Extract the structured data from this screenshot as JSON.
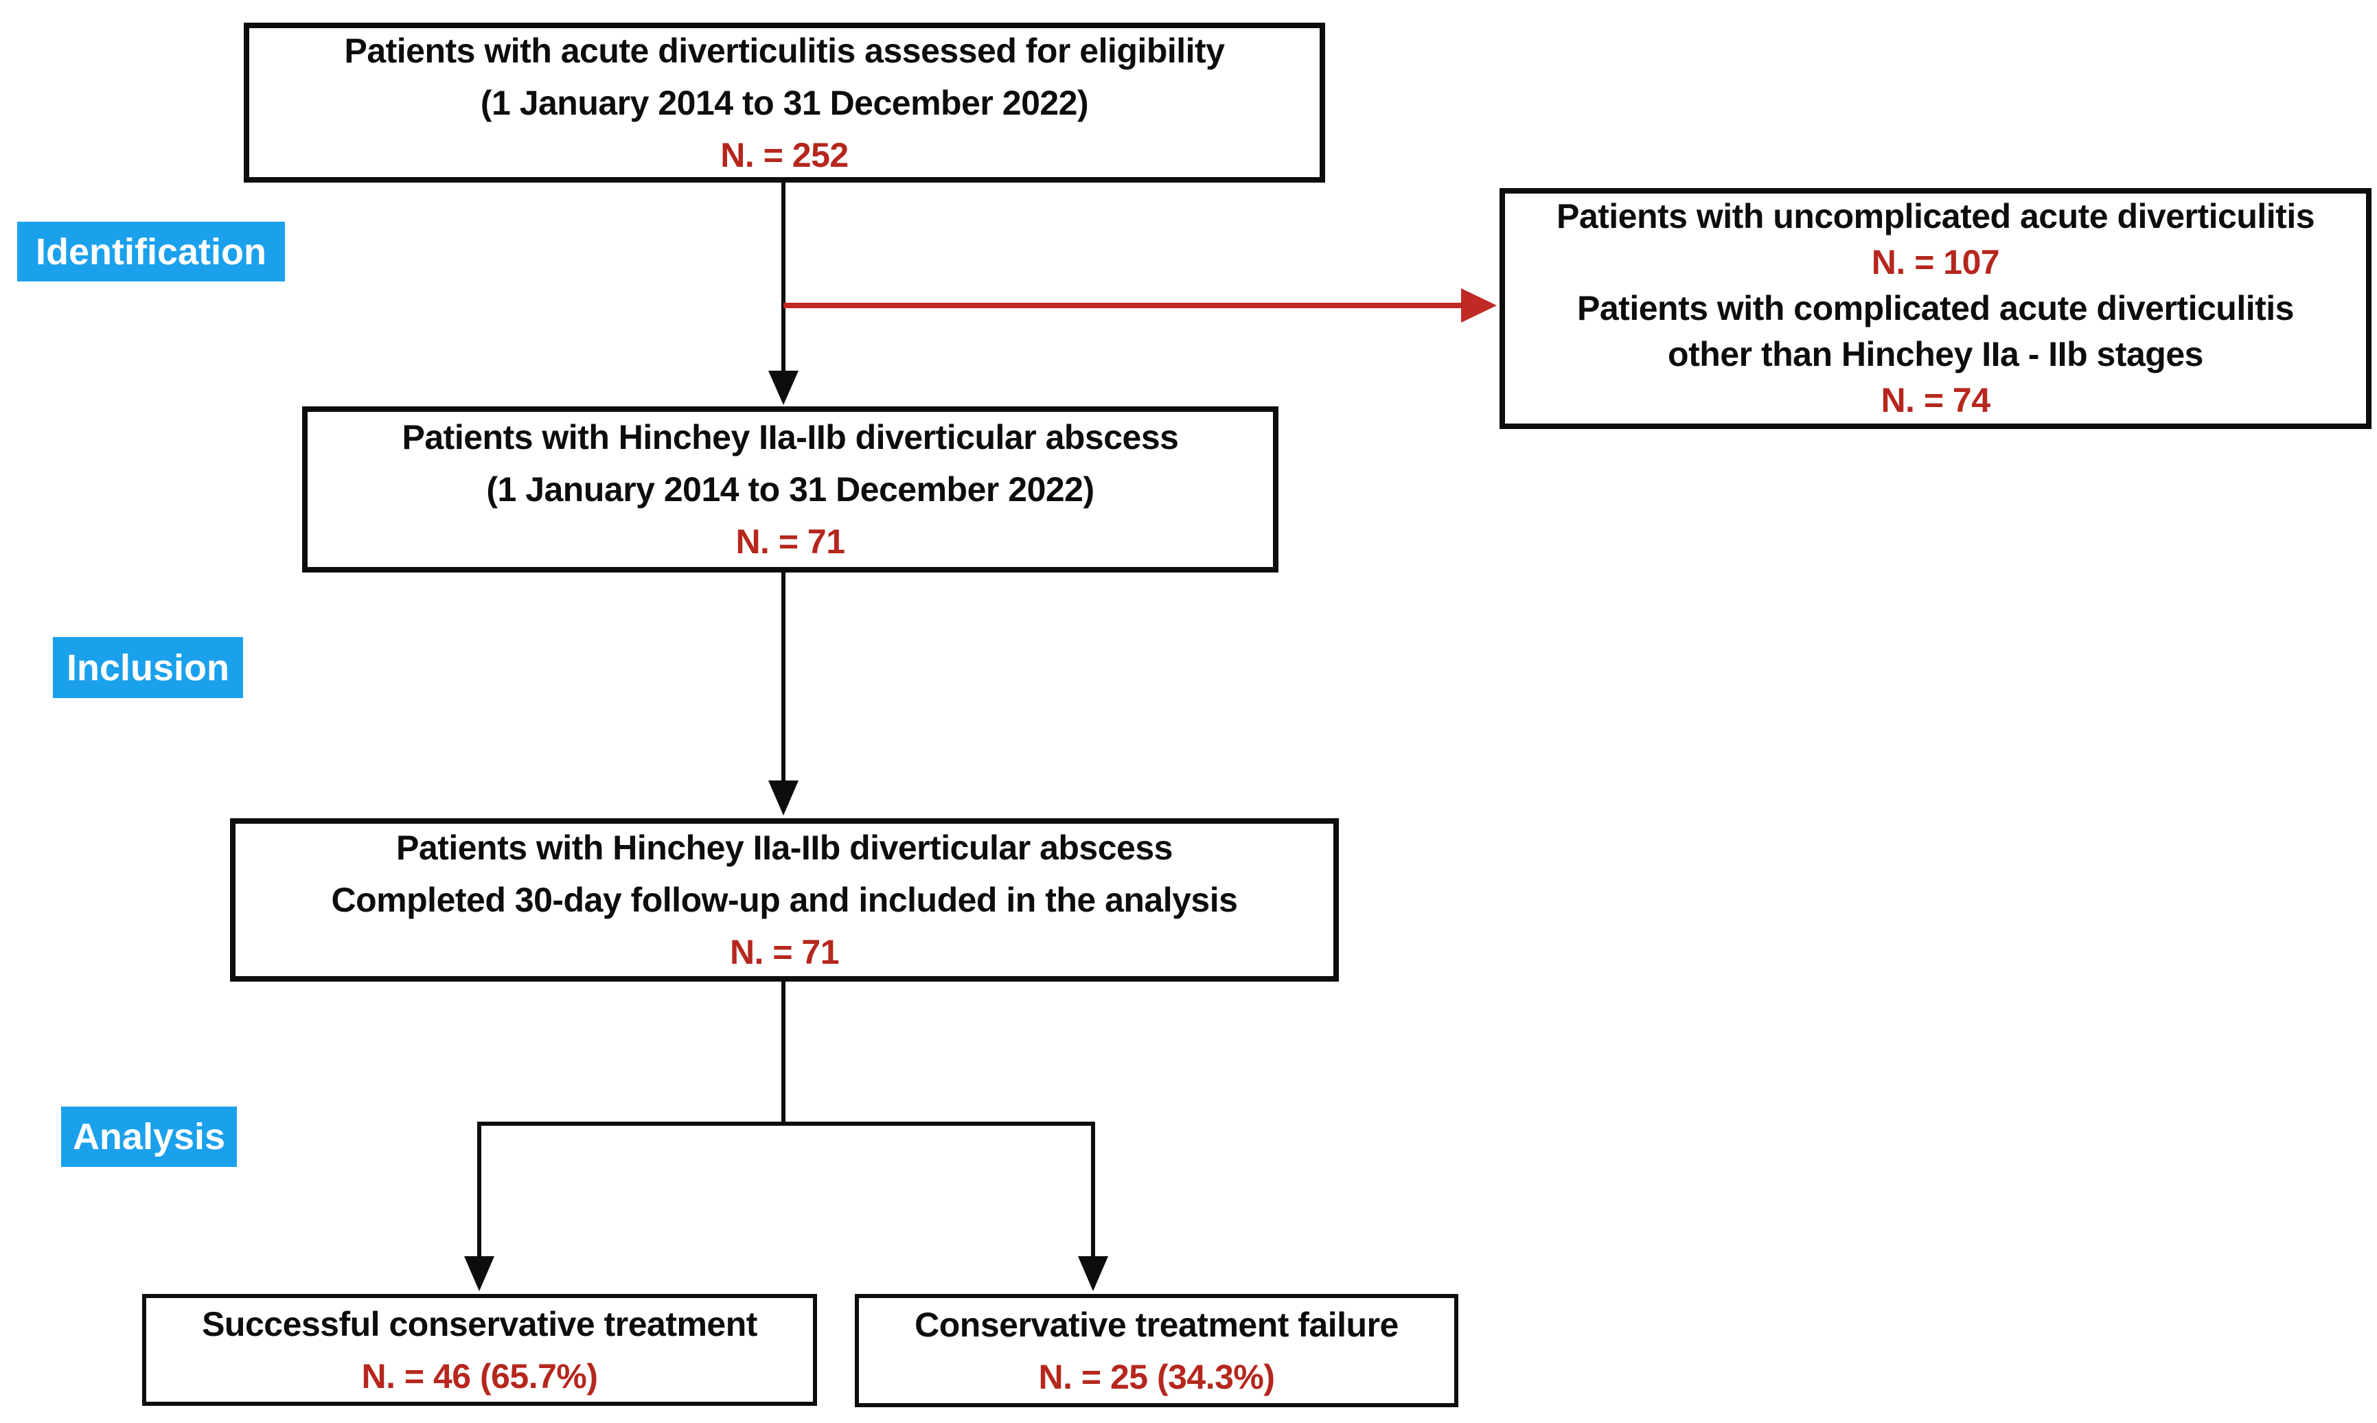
{
  "colors": {
    "stage_label_bg": "#1ba1ec",
    "stage_label_text": "#ffffff",
    "count_red": "#b5271e",
    "arrow_red": "#c02a25",
    "box_border": "#0d0d0d",
    "text_black": "#0d0d0d",
    "background": "#ffffff"
  },
  "stages": {
    "identification": "Identification",
    "inclusion": "Inclusion",
    "analysis": "Analysis"
  },
  "boxes": {
    "eligibility": {
      "line1": "Patients with acute diverticulitis assessed for eligibility",
      "line2": "(1 January 2014 to 31 December 2022)",
      "count": "N. = 252"
    },
    "excluded": {
      "line1": "Patients with uncomplicated acute diverticulitis",
      "count1": "N. = 107",
      "line2": "Patients with complicated acute diverticulitis",
      "line3": "other than Hinchey IIa - IIb stages",
      "count2": "N. = 74"
    },
    "abscess": {
      "line1": "Patients with Hinchey IIa-IIb diverticular abscess",
      "line2": "(1 January 2014 to 31 December 2022)",
      "count": "N. = 71"
    },
    "followup": {
      "line1": "Patients with Hinchey IIa-IIb diverticular abscess",
      "line2": "Completed 30-day follow-up and included in the analysis",
      "count": "N. = 71"
    },
    "success": {
      "line1": "Successful conservative treatment",
      "count": "N. = 46 (65.7%)"
    },
    "failure": {
      "line1": "Conservative treatment failure",
      "count": "N. = 25 (34.3%)"
    }
  }
}
